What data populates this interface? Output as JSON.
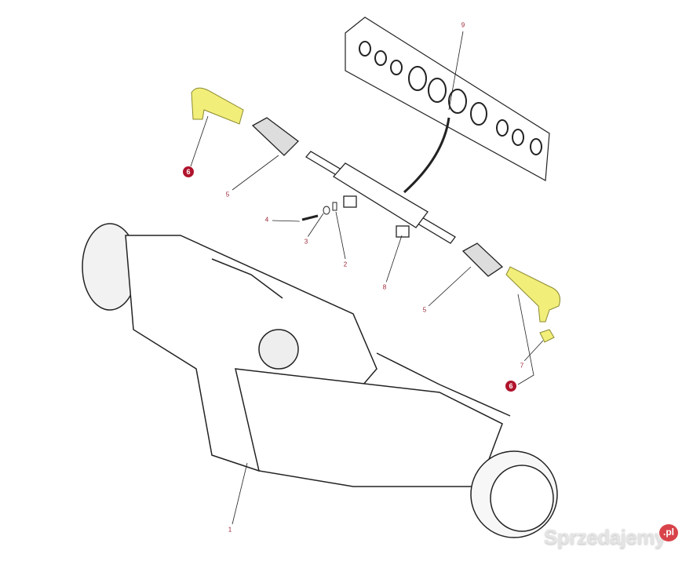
{
  "diagram": {
    "title": "Steering cylinder / tie rod exploded view",
    "callouts": [
      {
        "id": "seal-kit",
        "label": "9",
        "highlight": false
      },
      {
        "id": "tie-rod-end-left",
        "label": "6",
        "highlight": true
      },
      {
        "id": "inner-joint-left",
        "label": "5",
        "highlight": false
      },
      {
        "id": "bolt",
        "label": "4",
        "highlight": false
      },
      {
        "id": "washer",
        "label": "3",
        "highlight": false
      },
      {
        "id": "pin",
        "label": "2",
        "highlight": false
      },
      {
        "id": "steering-cylinder",
        "label": "8",
        "highlight": false
      },
      {
        "id": "inner-joint-right",
        "label": "5",
        "highlight": false
      },
      {
        "id": "nut",
        "label": "7",
        "highlight": false
      },
      {
        "id": "tie-rod-end-right",
        "label": "6",
        "highlight": true
      },
      {
        "id": "axle",
        "label": "1",
        "highlight": false
      }
    ],
    "colors": {
      "highlight_part": "#f2ee7a",
      "callout_text": "#9a2030",
      "callout_red": "#b0142c"
    }
  },
  "watermark": {
    "text": "Sprzedajemy",
    "suffix": ".pl"
  }
}
